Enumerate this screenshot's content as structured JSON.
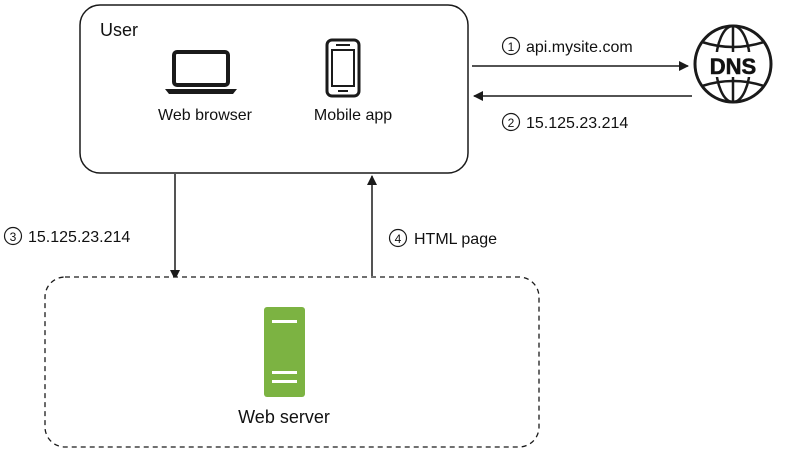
{
  "user_box": {
    "title": "User",
    "web_browser_label": "Web browser",
    "mobile_app_label": "Mobile app"
  },
  "dns": {
    "label": "DNS",
    "icon": "globe-icon"
  },
  "web_server": {
    "label": "Web server",
    "icon": "server-icon",
    "color": "#7cb342"
  },
  "steps": [
    {
      "number": "1",
      "label": "api.mysite.com"
    },
    {
      "number": "2",
      "label": "15.125.23.214"
    },
    {
      "number": "3",
      "label": "15.125.23.214"
    },
    {
      "number": "4",
      "label": "HTML page"
    }
  ],
  "colors": {
    "stroke": "#1a1a1a",
    "server_green": "#7cb342",
    "server_lines": "#ffffff"
  }
}
